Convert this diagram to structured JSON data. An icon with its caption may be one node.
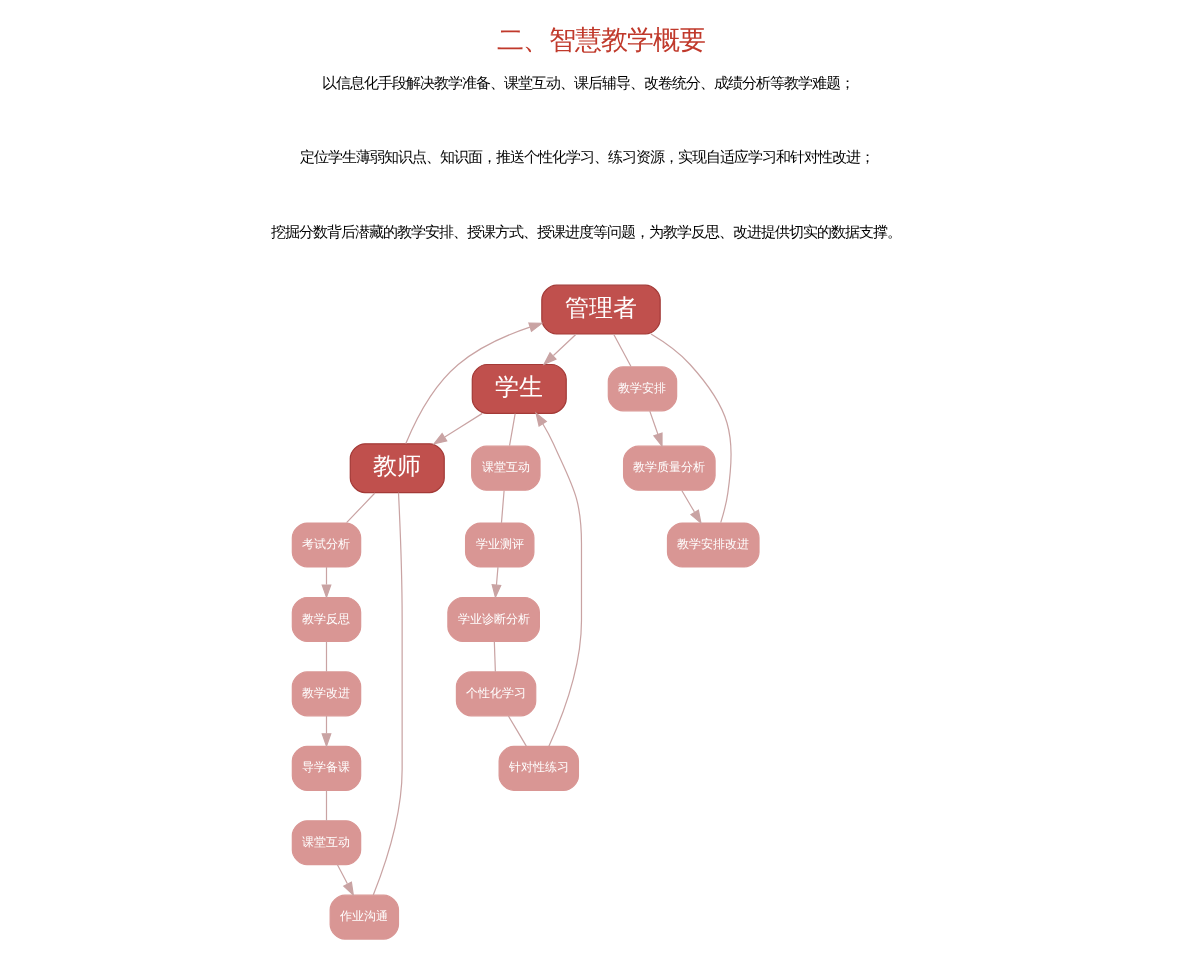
{
  "diagram": {
    "title": "二、智慧教学概要",
    "nodes": [
      {
        "text": [
          "管理者"
        ]
      },
      {
        "text": [
          "教师"
        ]
      },
      {
        "text": [
          "学生"
        ]
      },
      {
        "text": [
          "教学安排"
        ]
      },
      {
        "text": [
          "教学质量分析"
        ]
      },
      {
        "text": [
          "教学安排改进"
        ]
      },
      {
        "text": [
          "导学备课"
        ]
      },
      {
        "text": [
          "课堂互动"
        ]
      },
      {
        "text": [
          "作业沟通"
        ]
      },
      {
        "text": [
          "教学改进"
        ]
      },
      {
        "text": [
          "考试分析"
        ]
      },
      {
        "text": [
          "教学反思"
        ]
      },
      {
        "text": [
          "课堂互动"
        ]
      },
      {
        "text": [
          "学业测评"
        ]
      },
      {
        "text": [
          "学业诊断分析"
        ]
      },
      {
        "text": [
          "个性化学习"
        ]
      },
      {
        "text": [
          "针对性练习"
        ]
      }
    ],
    "edges": [
      {
        "from": 1,
        "to": 0,
        "arrow": "to"
      },
      {
        "from": 0,
        "to": 2,
        "arrow": "to"
      },
      {
        "from": 2,
        "to": 1,
        "arrow": "to"
      },
      {
        "from": 0,
        "to": 3,
        "arrow": "none"
      },
      {
        "from": 3,
        "to": 4,
        "arrow": "to"
      },
      {
        "from": 4,
        "to": 5,
        "arrow": "to"
      },
      {
        "from": 5,
        "to": 0,
        "arrow": "none"
      },
      {
        "from": 6,
        "to": 7,
        "arrow": "none"
      },
      {
        "from": 7,
        "to": 8,
        "arrow": "to"
      },
      {
        "from": 8,
        "to": 1,
        "arrow": "none"
      },
      {
        "from": 1,
        "to": 10,
        "arrow": "none"
      },
      {
        "from": 10,
        "to": 11,
        "arrow": "to"
      },
      {
        "from": 11,
        "to": 9,
        "arrow": "none"
      },
      {
        "from": 9,
        "to": 6,
        "arrow": "to"
      },
      {
        "from": 2,
        "to": 12,
        "arrow": "none"
      },
      {
        "from": 12,
        "to": 13,
        "arrow": "none"
      },
      {
        "from": 13,
        "to": 14,
        "arrow": "to"
      },
      {
        "from": 14,
        "to": 15,
        "arrow": "none"
      },
      {
        "from": 15,
        "to": 16,
        "arrow": "none"
      },
      {
        "from": 16,
        "to": 2,
        "arrow": "to"
      }
    ],
    "labels": [
      "以信息化手段解决教学准备、课堂互动、课后辅导、改卷统分、成绩分析等教学难题；",
      "定位学生薄弱知识点、知识面，推送个性化学习、练习资源，实现自适应学习和针对性改进；",
      "挖掘分数背后潜藏的教学安排、授课方式、授课进度等问题，为教学反思、改进提供切实的数据支撑。"
    ]
  }
}
